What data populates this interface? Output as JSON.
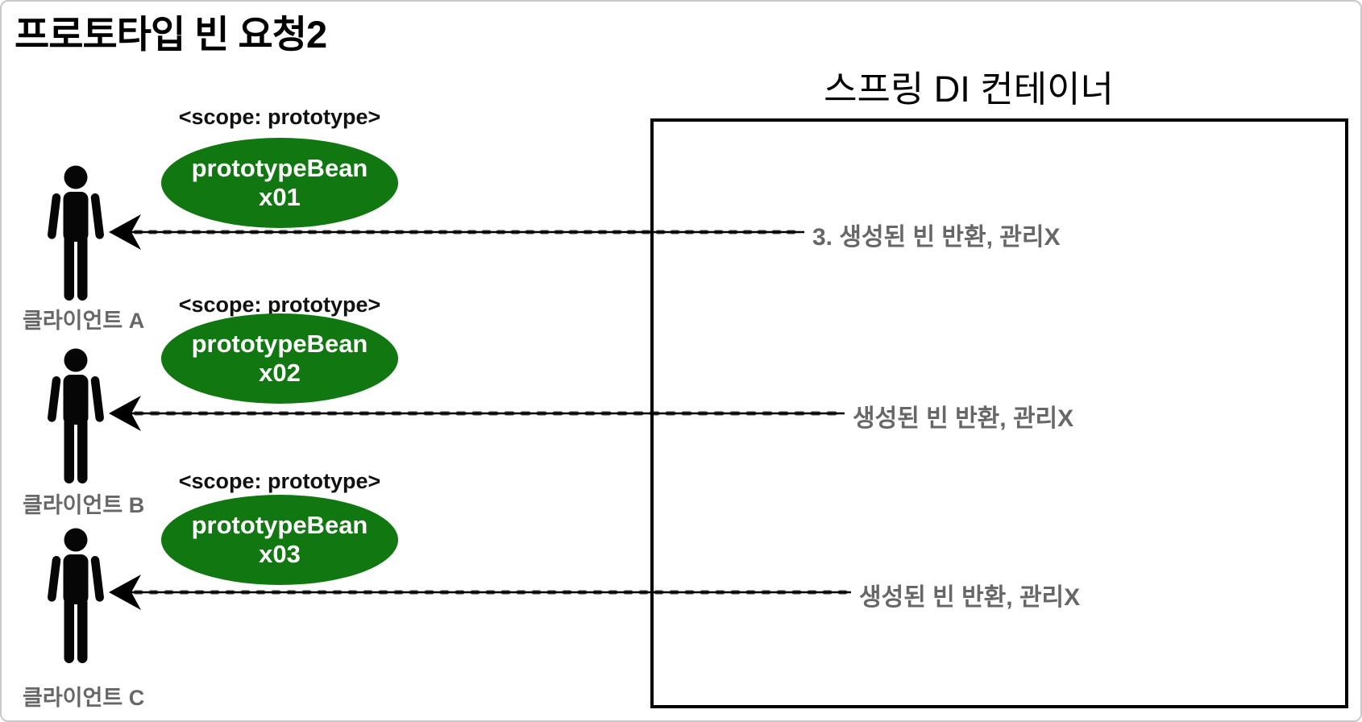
{
  "title": "프로토타입 빈 요청2",
  "container": {
    "title": "스프링 DI 컨테이너"
  },
  "colors": {
    "bean_fill": "#117711",
    "bean_text": "#ffffff",
    "muted_text": "#676767",
    "line": "#000000",
    "frame_border": "#c9c9c9"
  },
  "groups": [
    {
      "scope_label": "<scope: prototype>",
      "bean_name": "prototypeBean",
      "bean_id": "x01",
      "client_label": "클라이언트 A",
      "arrow_label": "3. 생성된 빈 반환, 관리X"
    },
    {
      "scope_label": "<scope: prototype>",
      "bean_name": "prototypeBean",
      "bean_id": "x02",
      "client_label": "클라이언트 B",
      "arrow_label": "생성된 빈 반환, 관리X"
    },
    {
      "scope_label": "<scope: prototype>",
      "bean_name": "prototypeBean",
      "bean_id": "x03",
      "client_label": "클라이언트 C",
      "arrow_label": "생성된 빈 반환, 관리X"
    }
  ]
}
